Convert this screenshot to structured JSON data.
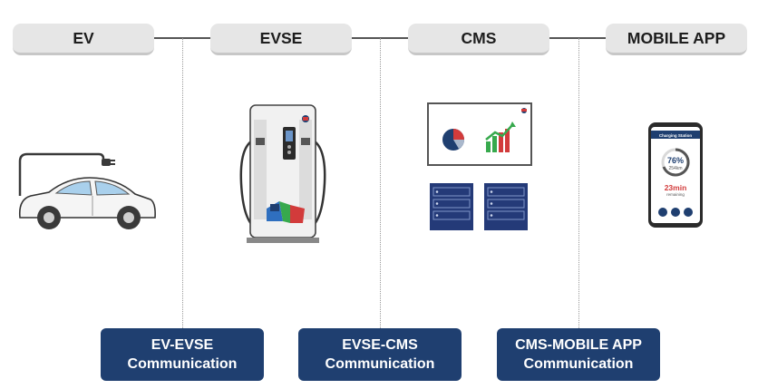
{
  "headers": [
    "EV",
    "EVSE",
    "CMS",
    "MOBILE APP"
  ],
  "communications": [
    {
      "line1": "EV-EVSE",
      "line2": "Communication"
    },
    {
      "line1": "EVSE-CMS",
      "line2": "Communication"
    },
    {
      "line1": "CMS-MOBILE APP",
      "line2": "Communication"
    }
  ],
  "phone": {
    "title": "Charging Station",
    "percent": "76%",
    "range": "254km",
    "time": "23min",
    "time_label": "remaining"
  },
  "colors": {
    "header_bg": "#e6e6e6",
    "comm_bg": "#1f3f70",
    "server": "#243a78"
  }
}
